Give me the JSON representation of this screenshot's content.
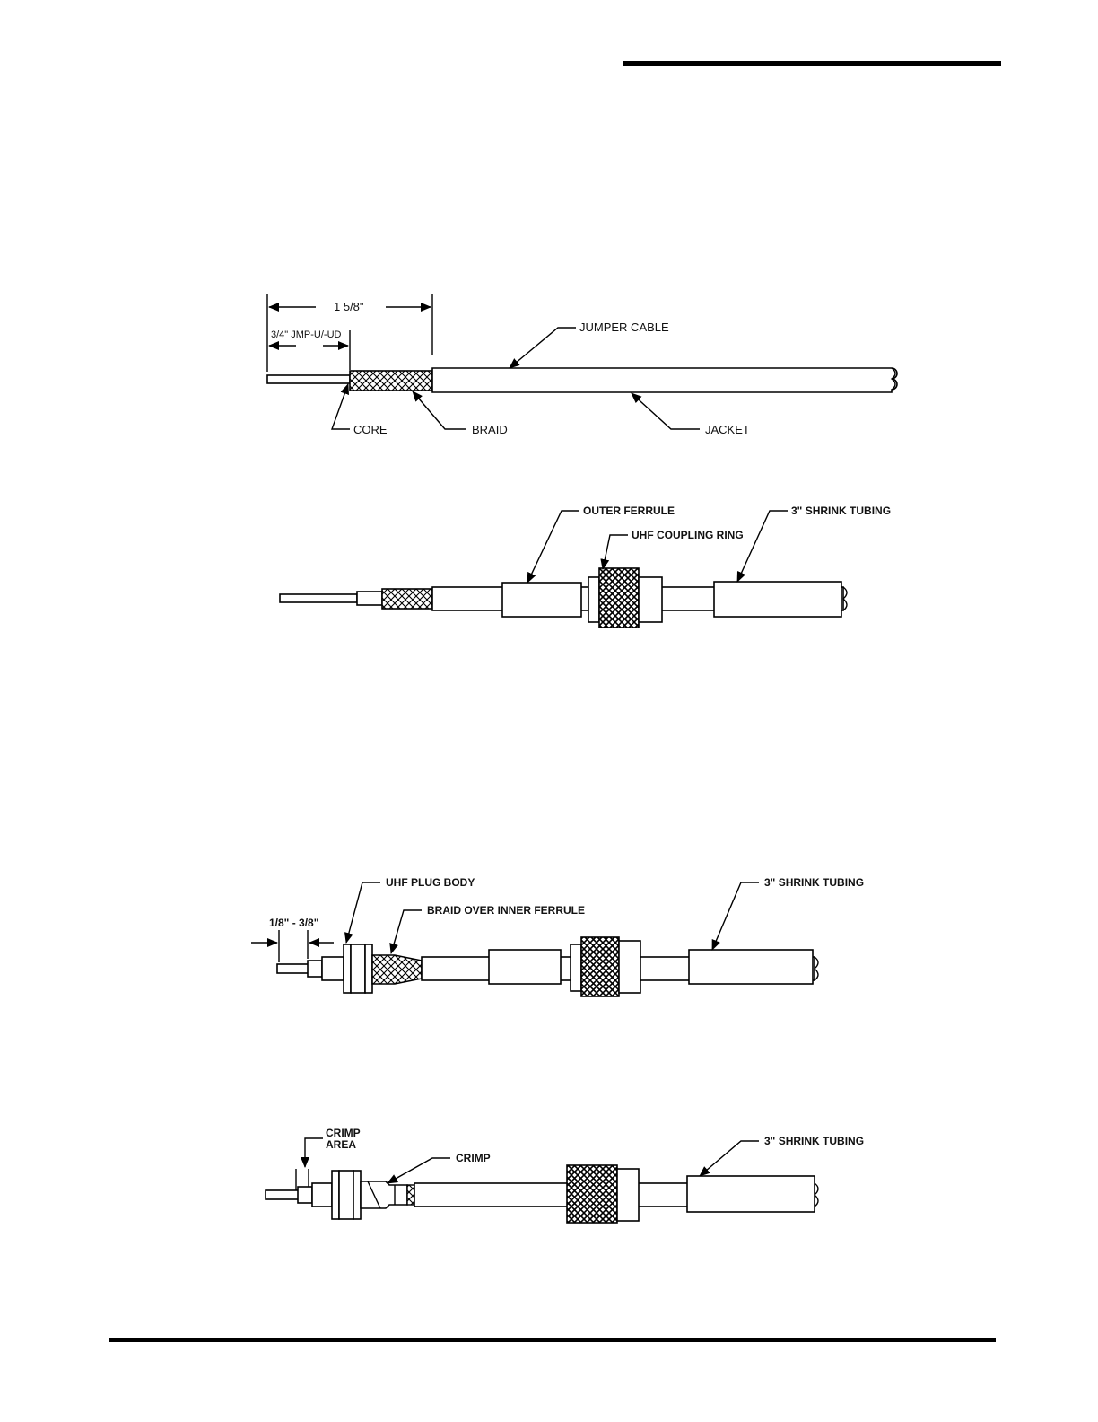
{
  "diagram": {
    "figure1": {
      "dim_overall": "1 5/8\"",
      "dim_strip": "3/4\" JMP-U/-UD",
      "label_jumper": "JUMPER CABLE",
      "label_core": "CORE",
      "label_braid": "BRAID",
      "label_jacket": "JACKET"
    },
    "figure2": {
      "label_outer_ferrule": "OUTER FERRULE",
      "label_coupling_ring": "UHF COUPLING RING",
      "label_shrink": "3\" SHRINK TUBING"
    },
    "figure3": {
      "label_plug_body": "UHF PLUG BODY",
      "label_braid_ferrule": "BRAID OVER INNER FERRULE",
      "label_shrink": "3\" SHRINK TUBING",
      "dim_gap": "1/8\" - 3/8\""
    },
    "figure4": {
      "label_crimp_area_1": "CRIMP",
      "label_crimp_area_2": "AREA",
      "label_crimp": "CRIMP",
      "label_shrink": "3\" SHRINK TUBING"
    }
  }
}
